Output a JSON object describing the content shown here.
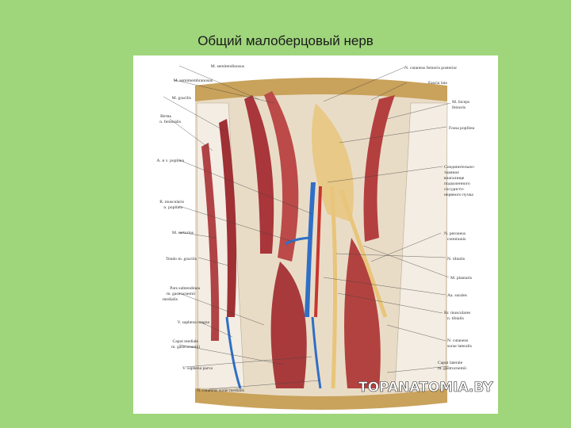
{
  "slide": {
    "title": "Общий малоберцовый нерв"
  },
  "figure": {
    "watermark": "TOPANATOMIA.BY",
    "labels_left": [
      "M. semitendinosus",
      "M. semimembranosus",
      "M. gracilis",
      "Ветвь",
      "n. femoralis",
      "A. и v. poplitea",
      "R. muscularis",
      "n. poplitea",
      "M. sartorius",
      "Tendo m. gracilis",
      "Pars subtendinea",
      "m. gastrocnemii",
      "medialis",
      "V. saphena magna",
      "Caput mediale",
      "m. gastrocnemii",
      "V. saphena parva",
      "N. cutaneus surae medialis"
    ],
    "labels_right": [
      "N. cutaneus femoris posterior",
      "Fascia lata",
      "M. biceps",
      "femoris",
      "Fossa poplitea",
      "Соединительно-",
      "тканное",
      "влагалище",
      "подколенного",
      "сосудисто-",
      "нервного пучка",
      "N. peroneus",
      "communis",
      "N. tibialis",
      "M. plantaris",
      "Aa. surales",
      "Rr. musculares",
      "n. tibialis",
      "N. cutaneus",
      "surae lateralis",
      "Caput laterale",
      "m. gastrocnemii"
    ]
  }
}
